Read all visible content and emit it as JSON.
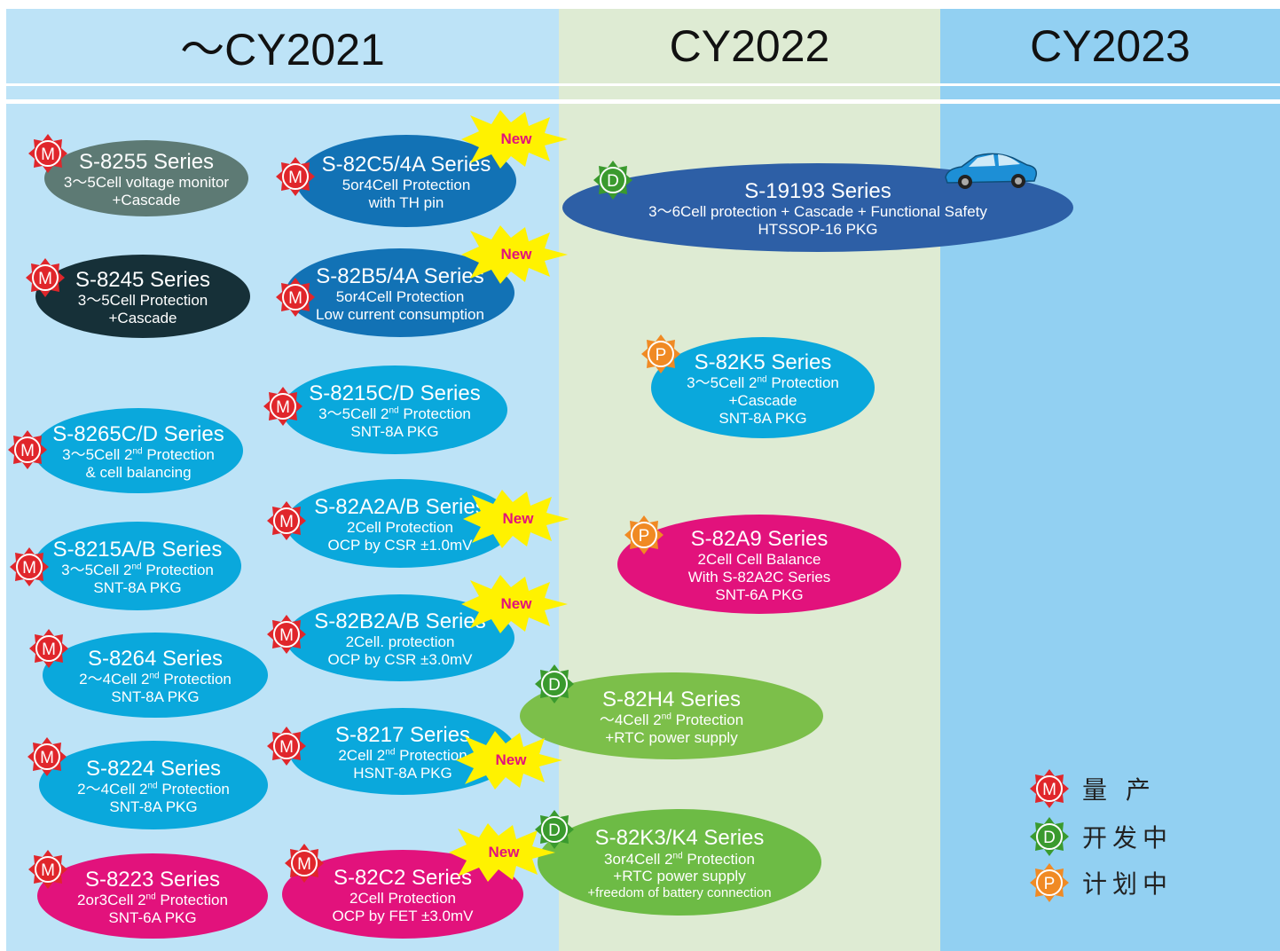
{
  "columns": {
    "col1": {
      "label": "～CY2021",
      "color": "#bde3f7"
    },
    "col2": {
      "label": "CY2022",
      "color": "#deebd3"
    },
    "col3": {
      "label": "CY2023",
      "color": "#92d0f2"
    }
  },
  "badges": {
    "m": "M",
    "d": "D",
    "p": "P",
    "new": "New"
  },
  "products": {
    "s8255": {
      "title": "S-8255 Series",
      "lines": [
        "3～5Cell voltage monitor",
        "+Cascade"
      ]
    },
    "s8245": {
      "title": "S-8245 Series",
      "lines": [
        "3～5Cell Protection",
        "+Cascade"
      ]
    },
    "s8265": {
      "title": "S-8265C/D Series",
      "l1a": "3～5Cell 2",
      "l1sup": "nd",
      "l1b": " Protection",
      "l2": "& cell balancing"
    },
    "s8215ab": {
      "title": "S-8215A/B Series",
      "l1a": "3～5Cell 2",
      "l1sup": "nd",
      "l1b": " Protection",
      "l2": "SNT-8A PKG"
    },
    "s8264": {
      "title": "S-8264 Series",
      "l1a": "2～4Cell 2",
      "l1sup": "nd",
      "l1b": " Protection",
      "l2": "SNT-8A PKG"
    },
    "s8224": {
      "title": "S-8224 Series",
      "l1a": "2～4Cell 2",
      "l1sup": "nd",
      "l1b": " Protection",
      "l2": "SNT-8A PKG"
    },
    "s8223": {
      "title": "S-8223 Series",
      "l1a": "2or3Cell 2",
      "l1sup": "nd",
      "l1b": " Protection",
      "l2": "SNT-6A PKG"
    },
    "s82c54": {
      "title": "S-82C5/4A Series",
      "lines": [
        "5or4Cell Protection",
        "with TH pin"
      ]
    },
    "s82b54": {
      "title": "S-82B5/4A Series",
      "lines": [
        "5or4Cell Protection",
        "Low current consumption"
      ]
    },
    "s8215cd": {
      "title": "S-8215C/D Series",
      "l1a": "3～5Cell 2",
      "l1sup": "nd",
      "l1b": " Protection",
      "l2": "SNT-8A PKG"
    },
    "s82a2": {
      "title": "S-82A2A/B Series",
      "lines": [
        "2Cell Protection",
        "OCP by CSR ±1.0mV"
      ]
    },
    "s82b2": {
      "title": "S-82B2A/B Series",
      "lines": [
        "2Cell. protection",
        "OCP by CSR ±3.0mV"
      ]
    },
    "s8217": {
      "title": "S-8217 Series",
      "l1a": "2Cell 2",
      "l1sup": "nd",
      "l1b": " Protection",
      "l2": "HSNT-8A PKG"
    },
    "s82c2": {
      "title": "S-82C2 Series",
      "lines": [
        "2Cell Protection",
        "OCP by FET ±3.0mV"
      ]
    },
    "s19193": {
      "title": "S-19193 Series",
      "lines": [
        "3～6Cell protection + Cascade + Functional Safety",
        "HTSSOP-16 PKG"
      ]
    },
    "s82k5": {
      "title": "S-82K5 Series",
      "l1a": "3～5Cell 2",
      "l1sup": "nd",
      "l1b": " Protection",
      "l2": "+Cascade",
      "l3": "SNT-8A PKG"
    },
    "s82a9": {
      "title": "S-82A9 Series",
      "lines": [
        "2Cell Cell Balance",
        "With S-82A2C Series",
        "SNT-6A PKG"
      ]
    },
    "s82h4": {
      "title": "S-82H4  Series",
      "l1a": "～4Cell 2",
      "l1sup": "nd",
      "l1b": " Protection",
      "l2": "+RTC power supply"
    },
    "s82k3": {
      "title": "S-82K3/K4  Series",
      "l1a": "3or4Cell 2",
      "l1sup": "nd",
      "l1b": " Protection",
      "l2": "+RTC power supply",
      "l3": "+freedom of battery connection"
    }
  },
  "legend": [
    {
      "badge": "M",
      "label": "量 产",
      "color": "#e0262b"
    },
    {
      "badge": "D",
      "label": "开发中",
      "color": "#3a9a2e"
    },
    {
      "badge": "P",
      "label": "计划中",
      "color": "#f08a24"
    }
  ],
  "colors": {
    "grey": "#5d7a74",
    "dark": "#163038",
    "blue": "#1272b5",
    "cyan": "#0aa8dc",
    "navy": "#2d5fa6",
    "magenta": "#e2127c",
    "green": "#7cbf4a",
    "green2": "#6dbb45",
    "badge_m": "#e0262b",
    "badge_d": "#3a9a2e",
    "badge_p": "#f08a24",
    "burst": "#fff200"
  }
}
